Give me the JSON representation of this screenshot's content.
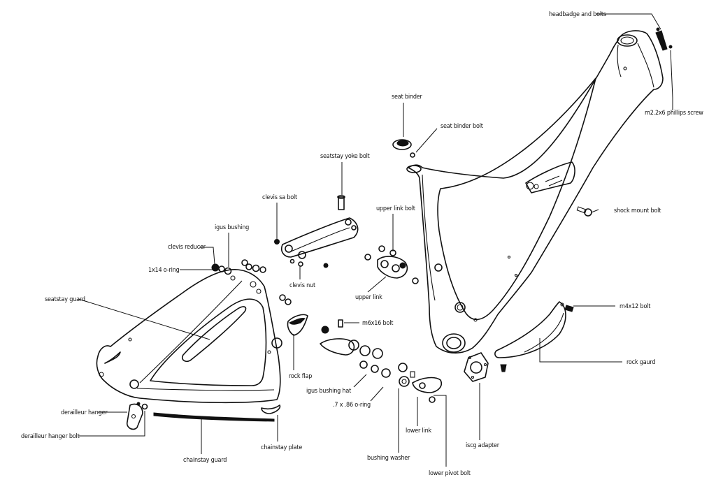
{
  "labels": {
    "headbadge_and_bolts": "headbadge and bolts",
    "m22x6_phillips_screw": "m2.2x6 phillips screw",
    "seat_binder": "seat binder",
    "seat_binder_bolt": "seat binder bolt",
    "seatstay_yoke_bolt": "seatstay yoke bolt",
    "clevis_sa_bolt": "clevis sa bolt",
    "igus_bushing": "igus bushing",
    "clevis_reducer": "clevis reducer",
    "o_ring_1x14": "1x14 o-ring",
    "seatstay_guard": "seatstay guard",
    "clevis_nut": "clevis nut",
    "upper_link_bolt": "upper link bolt",
    "upper_link": "upper link",
    "shock_mount_bolt": "shock mount bolt",
    "m6x16_bolt": "m6x16 bolt",
    "m4x12_bolt": "m4x12 bolt",
    "rock_gaurd": "rock gaurd",
    "rock_flap": "rock flap",
    "igus_bushing_hat": "igus bushing hat",
    "o_ring_7x86": ".7 x .86 o-ring",
    "derailleur_hanger": "derailleur hanger",
    "derailleur_hanger_bolt": "derailleur hanger bolt",
    "chainstay_guard": "chainstay guard",
    "chainstay_plate": "chainstay plate",
    "bushing_washer": "bushing washer",
    "lower_link": "lower link",
    "iscg_adapter": "iscg adapter",
    "lower_pivot_bolt": "lower pivot bolt"
  }
}
